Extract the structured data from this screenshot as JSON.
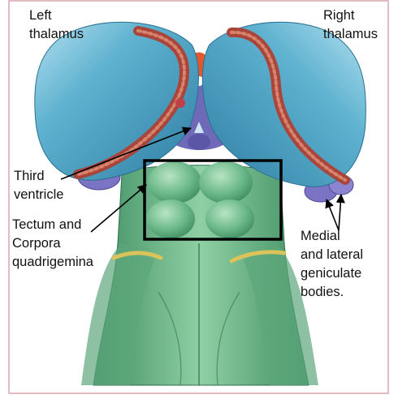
{
  "labels": {
    "left_thalamus": [
      "Left",
      "thalamus"
    ],
    "right_thalamus": [
      "Right",
      "thalamus"
    ],
    "third_ventricle": [
      "Third",
      "ventricle"
    ],
    "tectum": [
      "Tectum and",
      "Corpora",
      "quadrigemina"
    ],
    "geniculate": [
      "Medial",
      "and lateral",
      "geniculate",
      "bodies."
    ]
  },
  "colors": {
    "thalamus": "#4ea3c4",
    "thalamus_highlight": "#a9dcec",
    "thalamus_stripe": "#a9463c",
    "ventricle": "#6f6ab8",
    "brainstem": "#5fae7e",
    "brainstem_highlight": "#a6d9b4",
    "nerve": "#d9c35a",
    "highlight_box": "#000000",
    "frame": "#d8a6ae"
  }
}
